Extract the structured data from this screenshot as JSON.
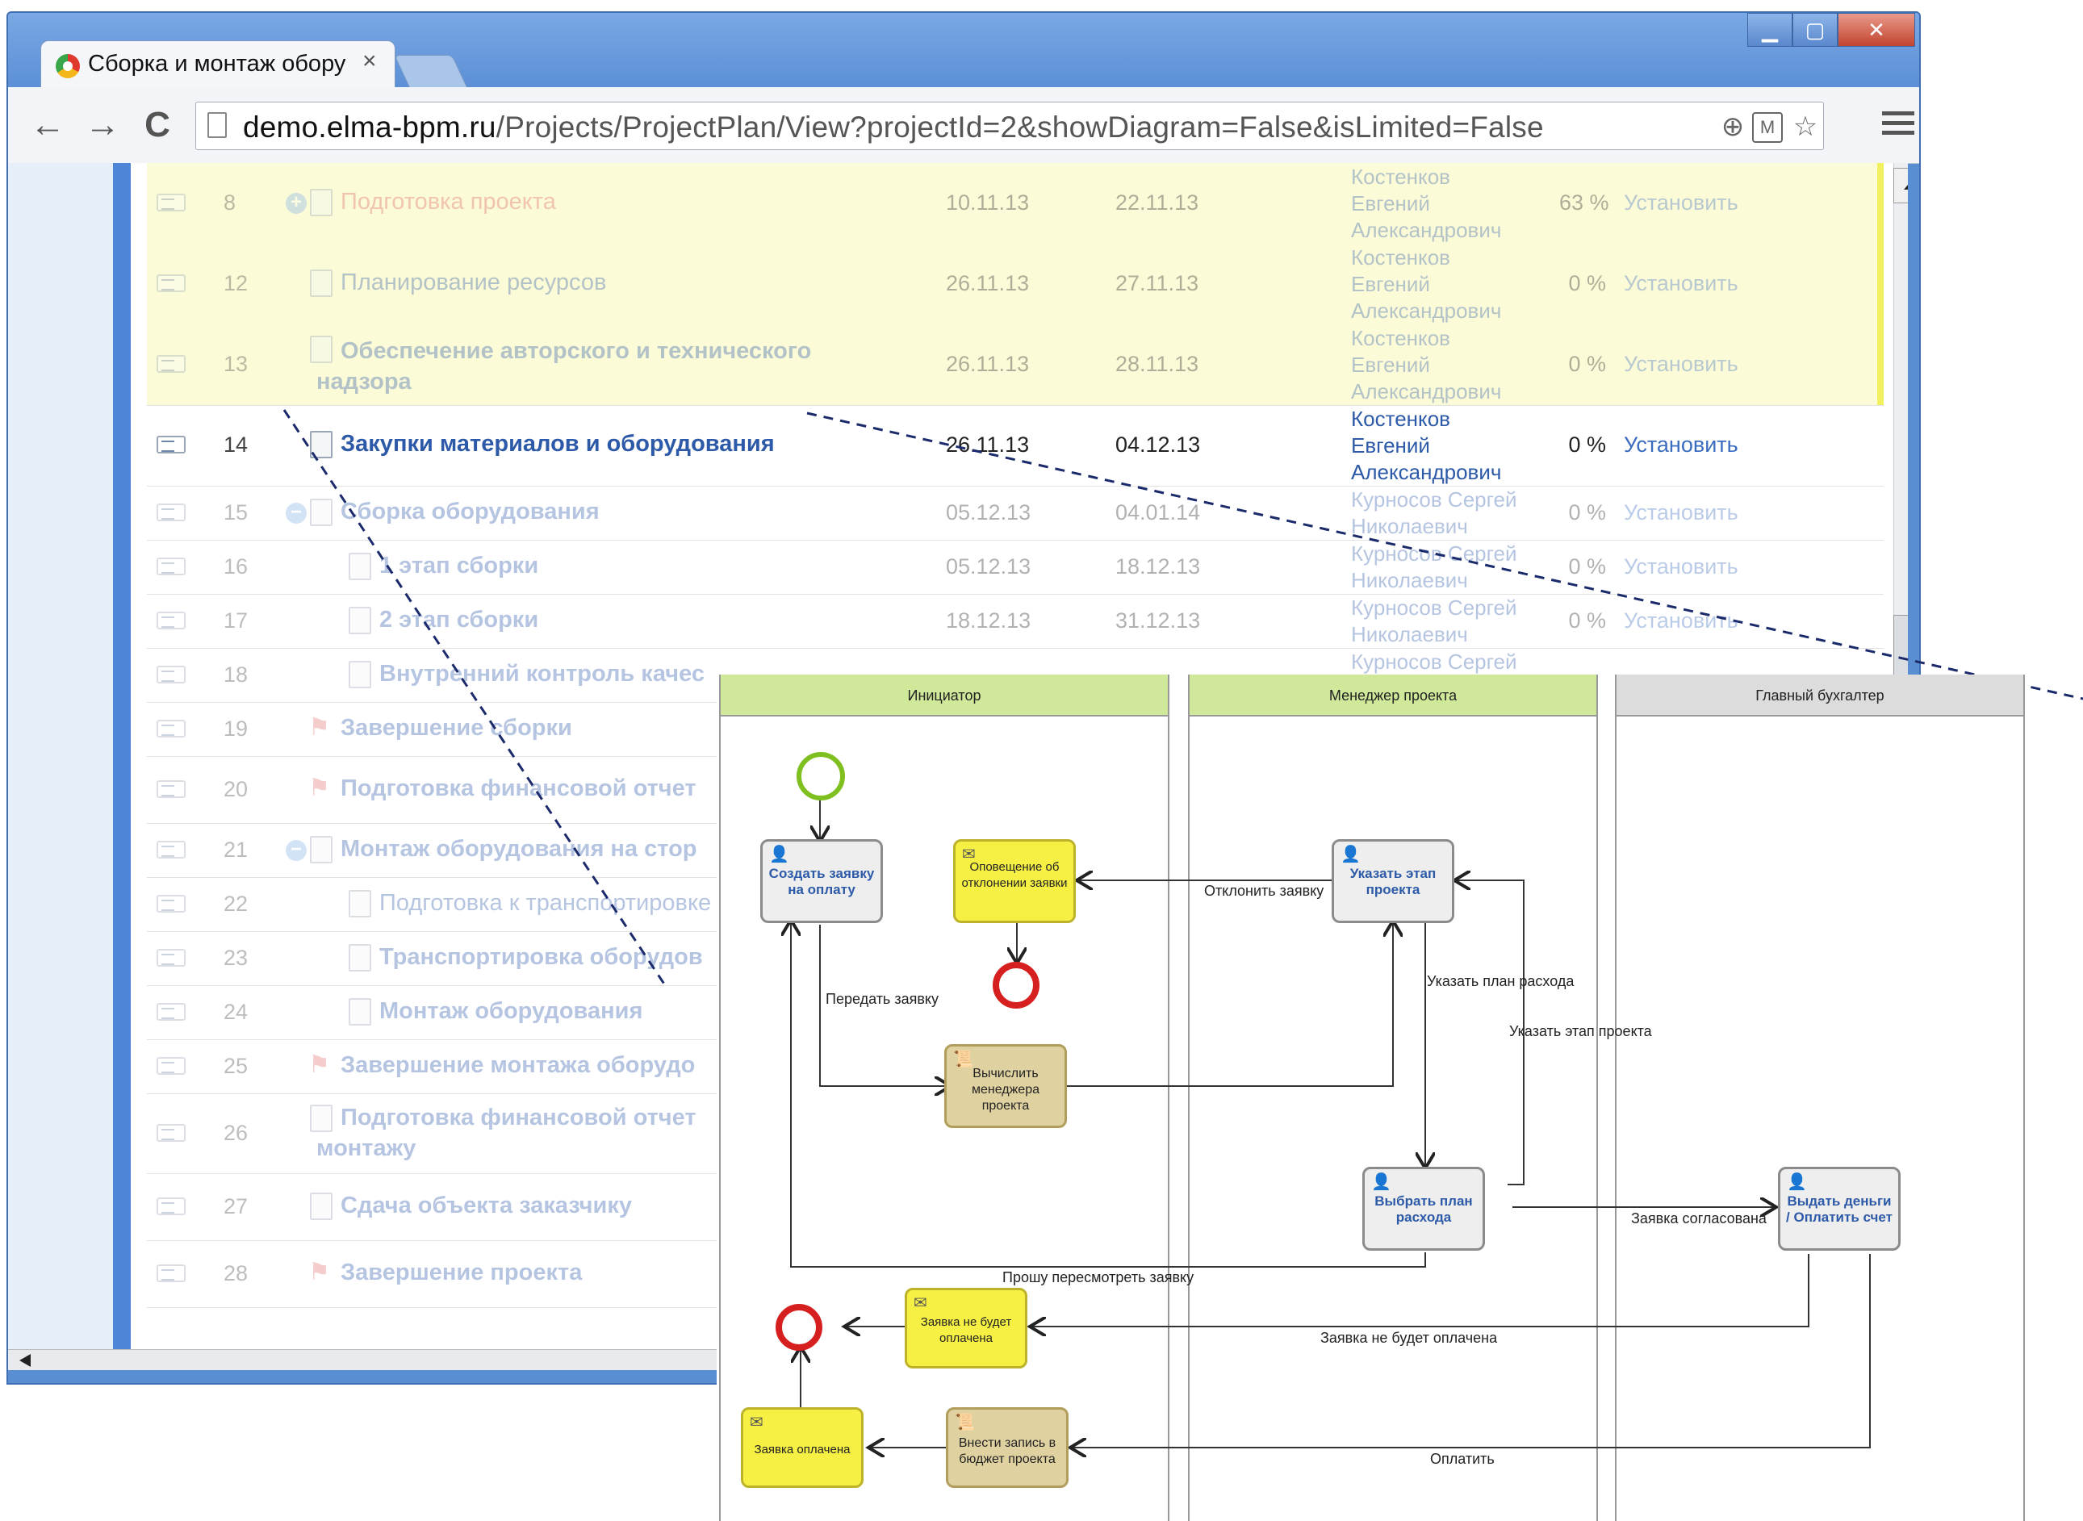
{
  "tab": {
    "title": "Сборка и монтаж обору",
    "close": "×"
  },
  "window_controls": {
    "minimize": "▁",
    "maximize": "▢",
    "close": "✕"
  },
  "nav": {
    "back": "←",
    "forward": "→",
    "reload": "C"
  },
  "url": {
    "host": "demo.elma-bpm.ru",
    "path": "/Projects/ProjectPlan/View?projectId=2&showDiagram=False&isLimited=False"
  },
  "rows": [
    {
      "num": "8",
      "name": "Подготовка проекта",
      "start": "10.11.13",
      "end": "22.11.13",
      "assignee": "Костенков Евгений Александрович",
      "pct": "63 %",
      "action": "Установить"
    },
    {
      "num": "12",
      "name": "Планирование ресурсов",
      "start": "26.11.13",
      "end": "27.11.13",
      "assignee": "Костенков Евгений Александрович",
      "pct": "0 %",
      "action": "Установить"
    },
    {
      "num": "13",
      "name": "Обеспечение авторского и технического надзора",
      "start": "26.11.13",
      "end": "28.11.13",
      "assignee": "Костенков Евгений Александрович",
      "pct": "0 %",
      "action": "Установить"
    },
    {
      "num": "14",
      "name": "Закупки материалов и оборудования",
      "start": "26.11.13",
      "end": "04.12.13",
      "assignee": "Костенков Евгений Александрович",
      "pct": "0 %",
      "action": "Установить"
    },
    {
      "num": "15",
      "name": "Сборка оборудования",
      "start": "05.12.13",
      "end": "04.01.14",
      "assignee": "Курносов Сергей Николаевич",
      "pct": "0 %",
      "action": "Установить"
    },
    {
      "num": "16",
      "name": "1 этап сборки",
      "start": "05.12.13",
      "end": "18.12.13",
      "assignee": "Курносов Сергей Николаевич",
      "pct": "0 %",
      "action": "Установить"
    },
    {
      "num": "17",
      "name": "2 этап сборки",
      "start": "18.12.13",
      "end": "31.12.13",
      "assignee": "Курносов Сергей Николаевич",
      "pct": "0 %",
      "action": "Установить"
    },
    {
      "num": "18",
      "name": "Внутренний контроль качес",
      "assignee": "Курносов Сергей"
    },
    {
      "num": "19",
      "name": "Завершение сборки"
    },
    {
      "num": "20",
      "name": "Подготовка финансовой отчет"
    },
    {
      "num": "21",
      "name": "Монтаж оборудования на стор"
    },
    {
      "num": "22",
      "name": "Подготовка к транспортировке"
    },
    {
      "num": "23",
      "name": "Транспортировка оборудов"
    },
    {
      "num": "24",
      "name": "Монтаж оборудования"
    },
    {
      "num": "25",
      "name": "Завершение монтажа оборудо"
    },
    {
      "num": "26",
      "name": "Подготовка финансовой отчет",
      "name2": "монтажу"
    },
    {
      "num": "27",
      "name": "Сдача объекта заказчику"
    },
    {
      "num": "28",
      "name": "Завершение проекта"
    }
  ],
  "diagram": {
    "lanes": [
      "Инициатор",
      "Менеджер проекта",
      "Главный бухгалтер"
    ],
    "tasks": {
      "create_request": "Создать заявку на оплату",
      "notify_reject": "Оповещение об отклонении заявки",
      "set_stage": "Указать этап проекта",
      "compute_manager": "Вычислить менеджера проекта",
      "choose_plan": "Выбрать план расхода",
      "pay": "Выдать деньги / Оплатить счет",
      "wont_pay": "Заявка не будет оплачена",
      "paid": "Заявка оплачена",
      "budget_record": "Внести запись в бюджет проекта"
    },
    "flows": {
      "reject": "Отклонить заявку",
      "pass": "Передать заявку",
      "set_plan": "Указать план расхода",
      "set_stage": "Указать этап проекта",
      "approved": "Заявка согласована",
      "review": "Прошу пересмотреть заявку",
      "wont_pay": "Заявка не будет оплачена",
      "pay": "Оплатить"
    }
  }
}
